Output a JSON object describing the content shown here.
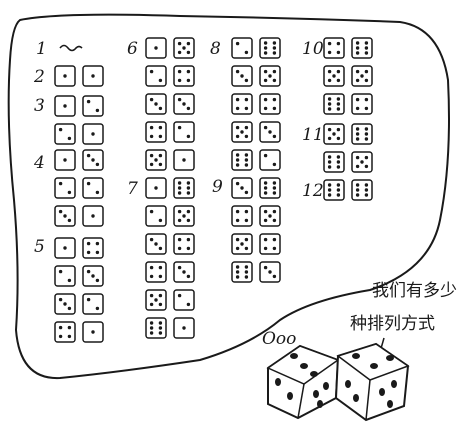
{
  "caption": {
    "line1": "我们有多少",
    "line2": "种排列方式"
  },
  "thought_bubble": "Ooo",
  "groups": [
    {
      "label": "1",
      "pairs": []
    },
    {
      "label": "2",
      "pairs": [
        [
          1,
          1
        ]
      ]
    },
    {
      "label": "3",
      "pairs": [
        [
          1,
          2
        ],
        [
          2,
          1
        ]
      ]
    },
    {
      "label": "4",
      "pairs": [
        [
          1,
          3
        ],
        [
          2,
          2
        ],
        [
          3,
          1
        ]
      ]
    },
    {
      "label": "5",
      "pairs": [
        [
          1,
          4
        ],
        [
          2,
          3
        ],
        [
          3,
          2
        ],
        [
          4,
          1
        ]
      ]
    },
    {
      "label": "6",
      "pairs": [
        [
          1,
          5
        ],
        [
          2,
          4
        ],
        [
          3,
          3
        ],
        [
          4,
          2
        ],
        [
          5,
          1
        ]
      ]
    },
    {
      "label": "7",
      "pairs": [
        [
          1,
          6
        ],
        [
          2,
          5
        ],
        [
          3,
          4
        ],
        [
          4,
          3
        ],
        [
          5,
          2
        ],
        [
          6,
          1
        ]
      ]
    },
    {
      "label": "8",
      "pairs": [
        [
          2,
          6
        ],
        [
          3,
          5
        ],
        [
          4,
          4
        ],
        [
          5,
          3
        ],
        [
          6,
          2
        ]
      ]
    },
    {
      "label": "9",
      "pairs": [
        [
          3,
          6
        ],
        [
          4,
          5
        ],
        [
          5,
          4
        ],
        [
          6,
          3
        ]
      ]
    },
    {
      "label": "10",
      "pairs": [
        [
          4,
          6
        ],
        [
          5,
          5
        ],
        [
          6,
          4
        ]
      ]
    },
    {
      "label": "11",
      "pairs": [
        [
          5,
          6
        ],
        [
          6,
          5
        ]
      ]
    },
    {
      "label": "12",
      "pairs": [
        [
          6,
          6
        ]
      ]
    }
  ]
}
